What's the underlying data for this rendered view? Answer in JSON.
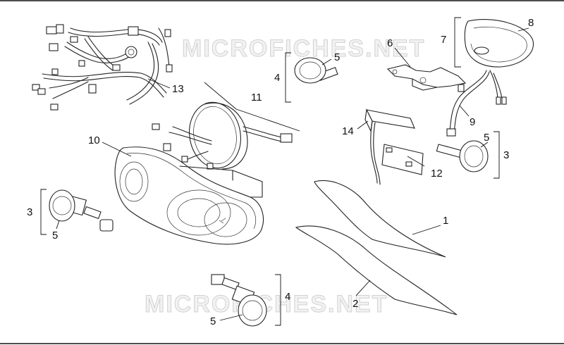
{
  "watermarks": [
    "MICROFICHES.NET",
    "MICROFICHES.NET"
  ],
  "callouts": [
    "1",
    "2",
    "3",
    "3",
    "4",
    "4",
    "5",
    "5",
    "5",
    "5",
    "6",
    "7",
    "8",
    "9",
    "10",
    "11",
    "12",
    "13",
    "14"
  ]
}
